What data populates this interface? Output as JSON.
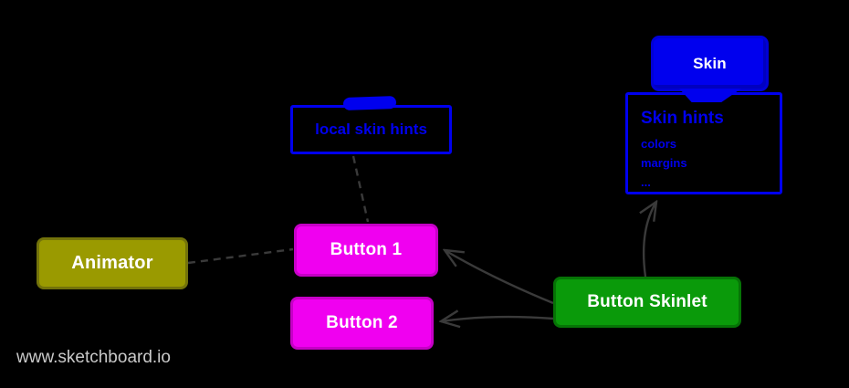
{
  "watermark": {
    "text": "www.sketchboard.io"
  },
  "colors": {
    "background": "#000000",
    "blue": "#0000ee",
    "magenta": "#f000f0",
    "olive": "#9a9a00",
    "green": "#0a9a0a",
    "edge_gray": "#3a3a3a",
    "watermark_gray": "#c9c9c9",
    "node_text": "#ffffff"
  },
  "nodes": {
    "skin": {
      "label": "Skin"
    },
    "skin_hints": {
      "title": "Skin hints",
      "items": [
        "colors",
        "margins",
        "..."
      ]
    },
    "local_skin_hints": {
      "label": "local skin hints"
    },
    "animator": {
      "label": "Animator"
    },
    "button1": {
      "label": "Button 1"
    },
    "button2": {
      "label": "Button 2"
    },
    "button_skinlet": {
      "label": "Button Skinlet"
    }
  },
  "edges": [
    {
      "from": "Button Skinlet",
      "to": "Button 1",
      "style": "solid-open-arrow"
    },
    {
      "from": "Button Skinlet",
      "to": "Button 2",
      "style": "solid-open-arrow"
    },
    {
      "from": "Button Skinlet",
      "to": "Skin hints",
      "style": "solid-open-arrow"
    },
    {
      "from": "local skin hints",
      "to": "Button 1",
      "style": "dashed"
    },
    {
      "from": "Animator",
      "to": "Button 1",
      "style": "dashed"
    },
    {
      "from": "Skin",
      "to": "Skin hints",
      "style": "attached"
    }
  ]
}
